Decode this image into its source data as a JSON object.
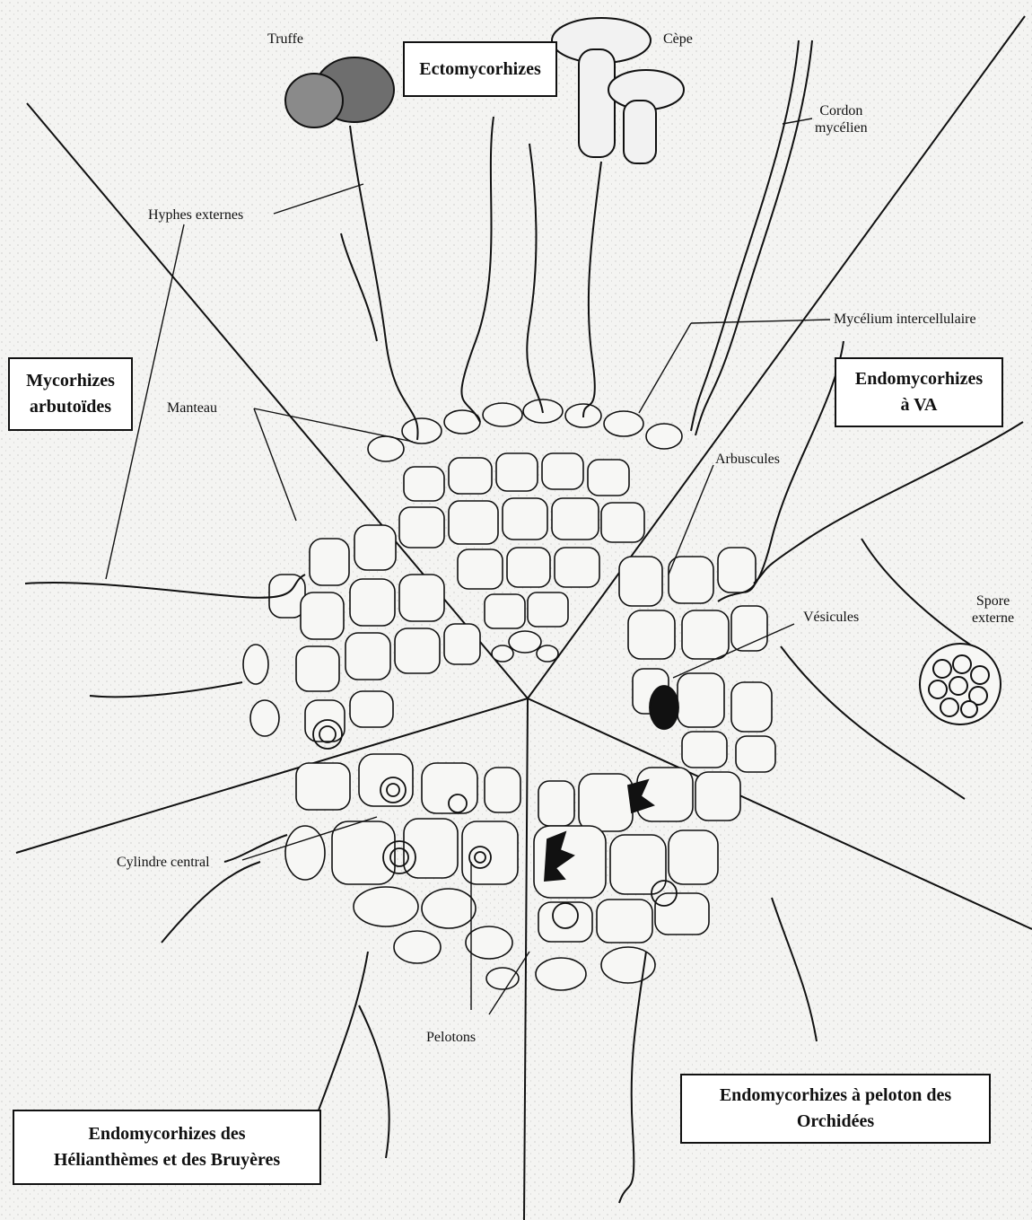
{
  "boxes": {
    "ecto": "Ectomycorhizes",
    "arbutoid": [
      "Mycorhizes",
      "arbutoïdes"
    ],
    "endo_va": [
      "Endomycorhizes",
      "à VA"
    ],
    "orchid": [
      "Endomycorhizes à peloton des",
      "Orchidées"
    ],
    "heli": [
      "Endomycorhizes des",
      "Hélianthèmes et des Bruyères"
    ]
  },
  "labels": {
    "truffe": "Truffe",
    "cepe": "Cèpe",
    "cordon": [
      "Cordon",
      "mycélien"
    ],
    "hyphes": "Hyphes externes",
    "mycelium": "Mycélium intercellulaire",
    "manteau": "Manteau",
    "arbuscules": "Arbuscules",
    "vesicules": "Vésicules",
    "spore": [
      "Spore",
      "externe"
    ],
    "cylindre": "Cylindre central",
    "pelotons": "Pelotons"
  },
  "colors": {
    "ink": "#111111",
    "paper": "#f4f4f2",
    "box_fill": "#ffffff"
  }
}
